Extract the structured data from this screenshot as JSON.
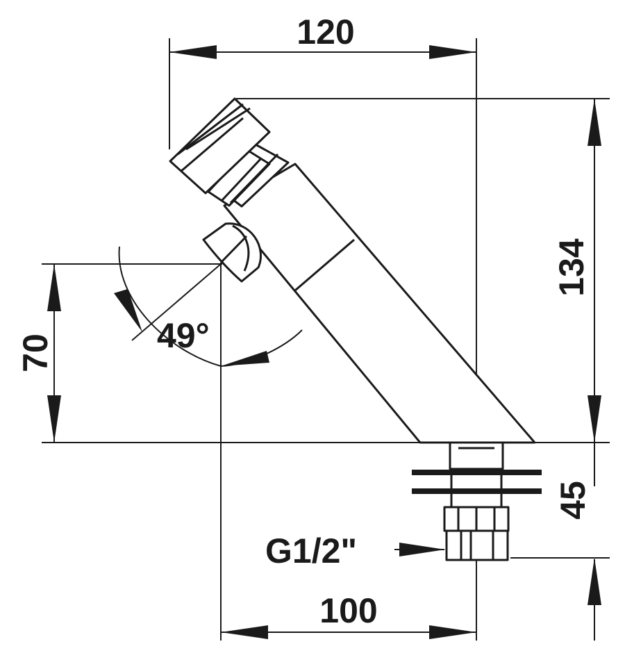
{
  "drawing": {
    "dimensions": {
      "overall_width": "120",
      "overall_height": "134",
      "spout_height": "70",
      "thread_length": "45",
      "spout_reach": "100",
      "angle": "49°",
      "thread": "G1/2\""
    },
    "line_color": "#1a1a1a",
    "background": "#ffffff"
  }
}
